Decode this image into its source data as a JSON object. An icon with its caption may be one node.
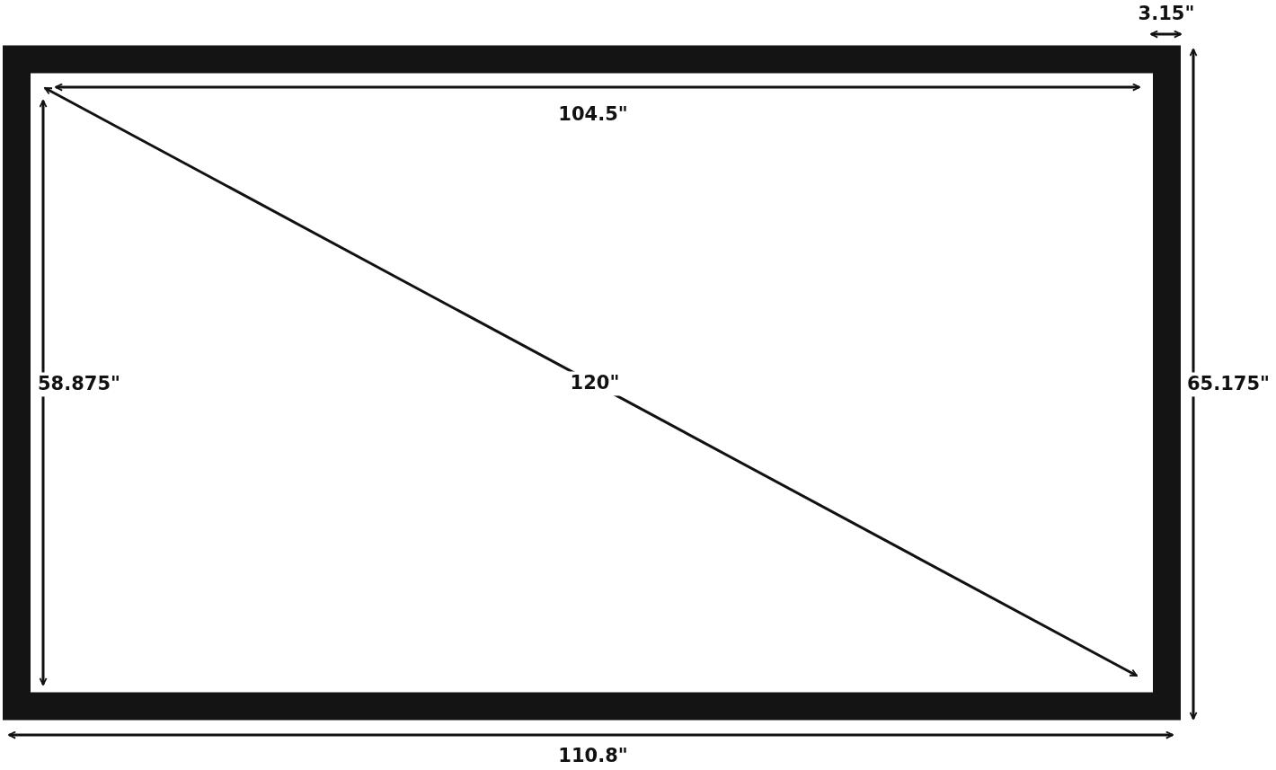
{
  "diagram": {
    "labels": [
      "3.15\"",
      "104.5\"",
      "58.875\"",
      "120\"",
      "65.175\"",
      "110.8\""
    ]
  }
}
